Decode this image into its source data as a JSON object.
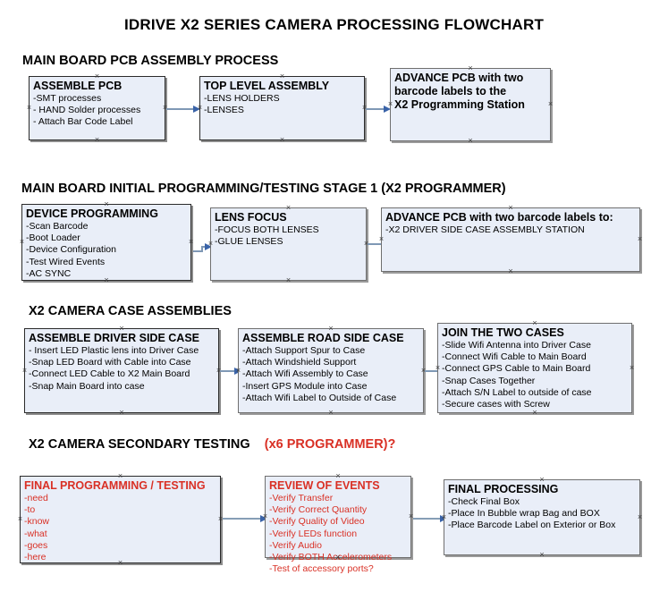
{
  "page": {
    "title": "IDRIVE X2  SERIES CAMERA PROCESSING FLOWCHART",
    "accent_red": "#d93025",
    "node_fill": "#e9eef8",
    "connector_color": "#7f98b5"
  },
  "sections": [
    {
      "id": "main-board-pcb-assembly-process",
      "title": "MAIN BOARD PCB ASSEMBLY PROCESS",
      "nodes": [
        {
          "id": "assemble-pcb",
          "header": "ASSEMBLE PCB",
          "lines": [
            "-SMT processes",
            "- HAND Solder processes",
            "- Attach Bar Code Label"
          ]
        },
        {
          "id": "top-level-assembly",
          "header": "TOP LEVEL ASSEMBLY",
          "lines": [
            "-LENS HOLDERS",
            "-LENSES"
          ]
        },
        {
          "id": "advance-pcb-to-x2-programming-station",
          "header_lines": [
            "ADVANCE PCB with two",
            "barcode labels to the",
            " X2 Programming Station"
          ],
          "lines": []
        }
      ]
    },
    {
      "id": "main-board-initial-programming",
      "title": "MAIN BOARD INITIAL PROGRAMMING/TESTING STAGE 1 (X2 PROGRAMMER)",
      "nodes": [
        {
          "id": "device-programming",
          "header": "DEVICE PROGRAMMING",
          "lines": [
            "-Scan Barcode",
            "-Boot Loader",
            "-Device Configuration",
            "-Test Wired Events",
            "-AC SYNC"
          ]
        },
        {
          "id": "lens-focus",
          "header": "LENS FOCUS",
          "lines": [
            "-FOCUS BOTH LENSES",
            "-GLUE LENSES"
          ]
        },
        {
          "id": "advance-pcb-to-driver-side-case",
          "header": "ADVANCE PCB with two barcode labels to:",
          "lines": [
            "-X2 DRIVER  SIDE  CASE  ASSEMBLY STATION"
          ]
        }
      ]
    },
    {
      "id": "x2-camera-case-assemblies",
      "title": "X2 CAMERA CASE ASSEMBLIES",
      "nodes": [
        {
          "id": "assemble-driver-side-case",
          "header": "ASSEMBLE DRIVER SIDE CASE",
          "lines": [
            "- Insert LED Plastic lens into Driver Case",
            "-Snap LED Board with Cable into Case",
            "-Connect LED Cable to X2 Main Board",
            "-Snap Main Board into case"
          ]
        },
        {
          "id": "assemble-road-side-case",
          "header": "ASSEMBLE ROAD SIDE CASE",
          "lines": [
            "-Attach Support Spur to Case",
            "-Attach Windshield Support",
            "-Attach Wifi Assembly to Case",
            "-Insert GPS Module into Case",
            "-Attach Wifi Label to Outside of Case"
          ]
        },
        {
          "id": "join-the-two-cases",
          "header": "JOIN THE TWO CASES",
          "lines": [
            "-Slide Wifi Antenna into Driver Case",
            "-Connect Wifi Cable to Main Board",
            "-Connect GPS Cable to Main Board",
            "-Snap Cases Together",
            "-Attach S/N Label to outside of case",
            "-Secure cases with Screw"
          ]
        }
      ]
    },
    {
      "id": "x2-camera-secondary-testing",
      "title": "X2 CAMERA SECONDARY TESTING",
      "title_accent": "(x6 PROGRAMMER)?",
      "nodes": [
        {
          "id": "final-programming-testing",
          "header": "FINAL PROGRAMMING / TESTING",
          "lines": [
            "-need",
            "-to",
            "-know",
            "-what",
            "-goes",
            "-here"
          ]
        },
        {
          "id": "review-of-events",
          "header": "REVIEW OF EVENTS",
          "lines": [
            "-Verify Transfer",
            "-Verify Correct Quantity",
            "-Verify Quality of Video",
            "-Verify LEDs function",
            "-Verify Audio",
            "-Verify BOTH Accelerometers",
            "-Test of accessory ports?"
          ]
        },
        {
          "id": "final-processing",
          "header": "FINAL PROCESSING",
          "lines": [
            " -Check Final Box",
            "-Place In Bubble wrap Bag and BOX",
            "-Place Barcode Label on Exterior or Box"
          ]
        }
      ]
    }
  ]
}
